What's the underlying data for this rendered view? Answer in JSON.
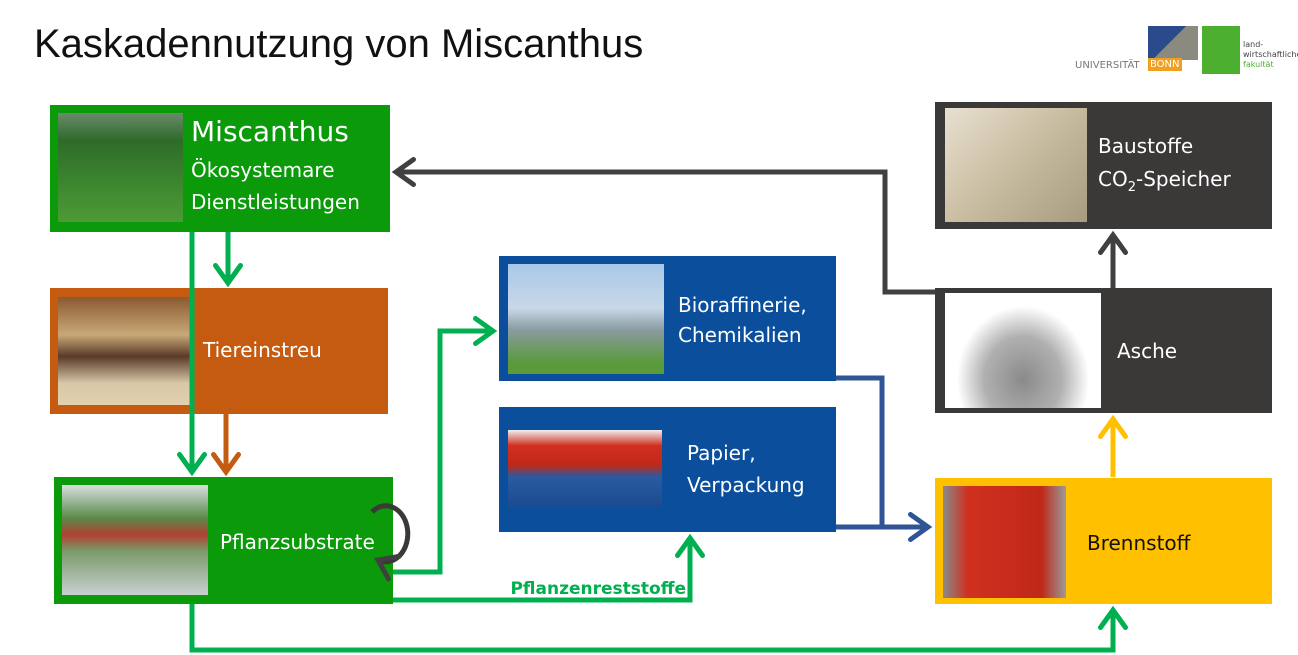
{
  "title": "Kaskadennutzung von Miscanthus",
  "logo": {
    "uni": "UNIVERSITÄT",
    "bonn": "BONN",
    "faculty_line1": "land-",
    "faculty_line2": "wirtschaftliche",
    "faculty_line3": "fakultät"
  },
  "nodes": {
    "miscanthus": {
      "title": "Miscanthus",
      "line1": "Ökosystemare",
      "line2": "Dienstleistungen",
      "color": "#0a9a0a"
    },
    "tiereinstreu": {
      "label": "Tiereinstreu",
      "color": "#c55a11"
    },
    "pflanzsubstrate": {
      "label": "Pflanzsubstrate",
      "color": "#0a9a0a"
    },
    "bioraffinerie": {
      "line1": "Bioraffinerie,",
      "line2": "Chemikalien",
      "color": "#0b4f9c"
    },
    "papier": {
      "line1": "Papier,",
      "line2": "Verpackung",
      "color": "#0b4f9c"
    },
    "baustoffe": {
      "line1": "Baustoffe",
      "line2_pre": "CO",
      "line2_sub": "2",
      "line2_post": "-Speicher",
      "color": "#3b3838"
    },
    "asche": {
      "label": "Asche",
      "color": "#3b3838"
    },
    "brennstoff": {
      "label": "Brennstoff",
      "color": "#ffc000"
    }
  },
  "edge_label": "Pflanzenreststoffe"
}
